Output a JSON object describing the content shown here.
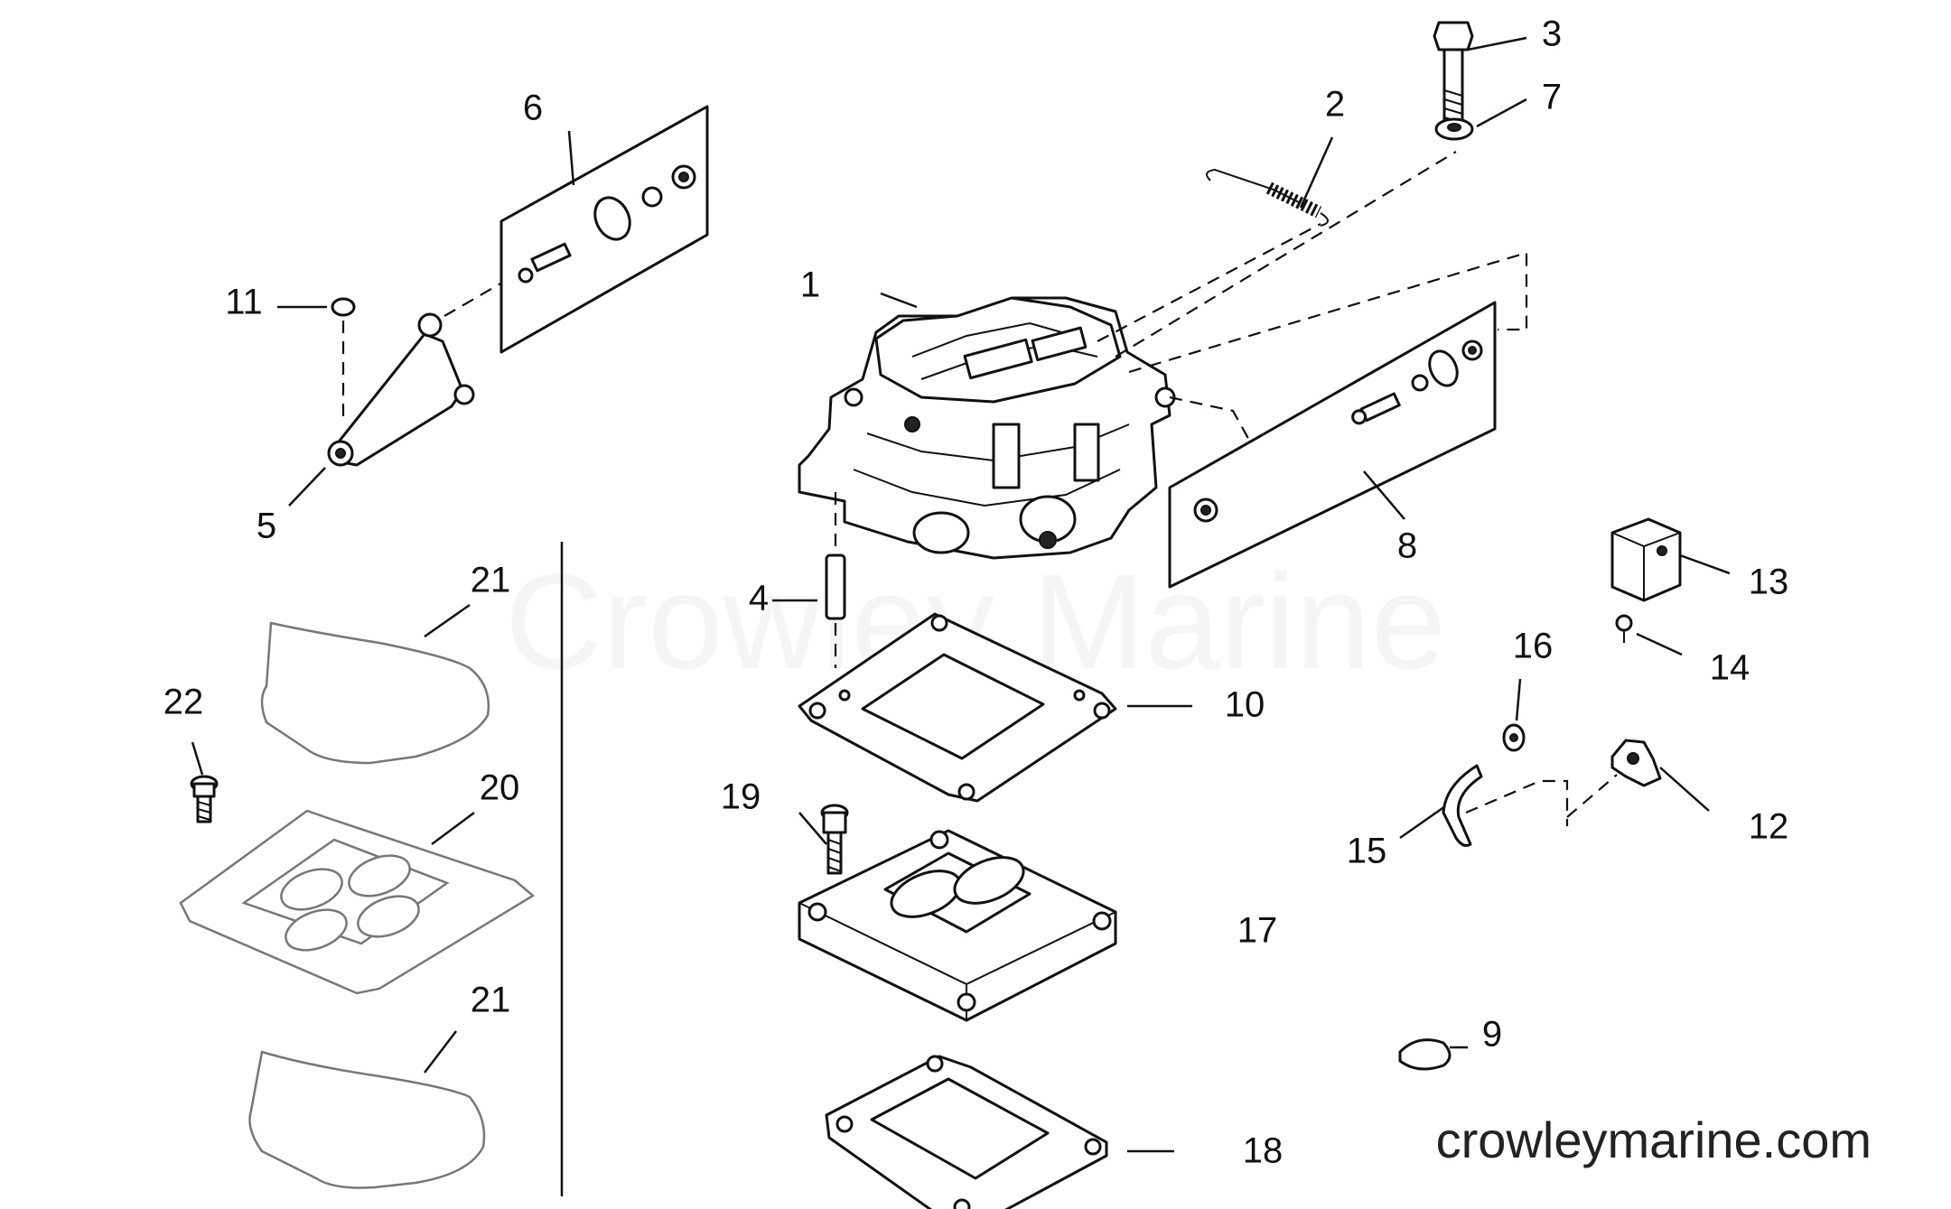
{
  "watermark": "Crowley Marine",
  "site": "crowleymarine.com",
  "callouts": {
    "c1": "1",
    "c2": "2",
    "c3": "3",
    "c4": "4",
    "c5": "5",
    "c6": "6",
    "c7": "7",
    "c8": "8",
    "c9": "9",
    "c10": "10",
    "c11": "11",
    "c12": "12",
    "c13": "13",
    "c14": "14",
    "c15": "15",
    "c16": "16",
    "c17": "17",
    "c18": "18",
    "c19": "19",
    "c20": "20",
    "c21a": "21",
    "c21b": "21",
    "c22": "22"
  }
}
